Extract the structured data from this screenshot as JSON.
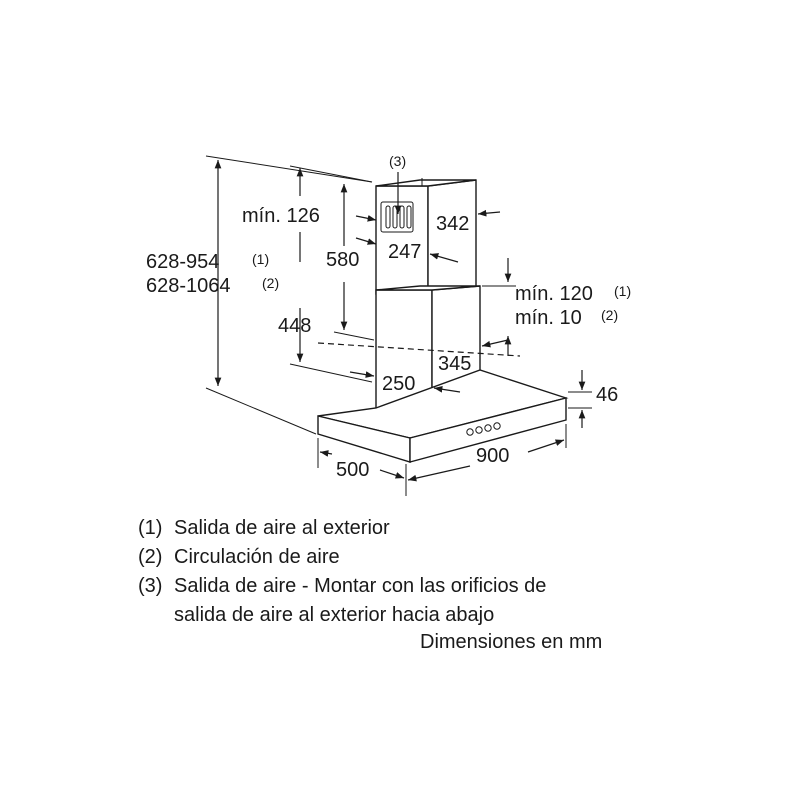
{
  "dimensions": {
    "total_height": {
      "value": "628-954",
      "note": "(1)"
    },
    "total_height_alt": {
      "value": "628-1064",
      "note": "(2)"
    },
    "min_top": "mín. 126",
    "upper_chimney": "580",
    "lower_chimney": "448",
    "upper_width": "247",
    "upper_depth": "342",
    "clearance_1": {
      "value": "mín. 120",
      "note": "(1)"
    },
    "clearance_2": {
      "value": "mín. 10",
      "note": "(2)"
    },
    "lower_depth": "345",
    "lower_width": "250",
    "canopy_height": "46",
    "canopy_depth": "500",
    "canopy_width": "900",
    "outlet_marker": "(3)"
  },
  "legend": [
    {
      "num": "(1)",
      "text": "Salida de aire al exterior"
    },
    {
      "num": "(2)",
      "text": "Circulación de aire"
    },
    {
      "num": "(3)",
      "text": "Salida de aire - Montar con las orificios de",
      "continuation": "salida de aire al exterior hacia abajo"
    }
  ],
  "units_note": "Dimensiones en mm"
}
